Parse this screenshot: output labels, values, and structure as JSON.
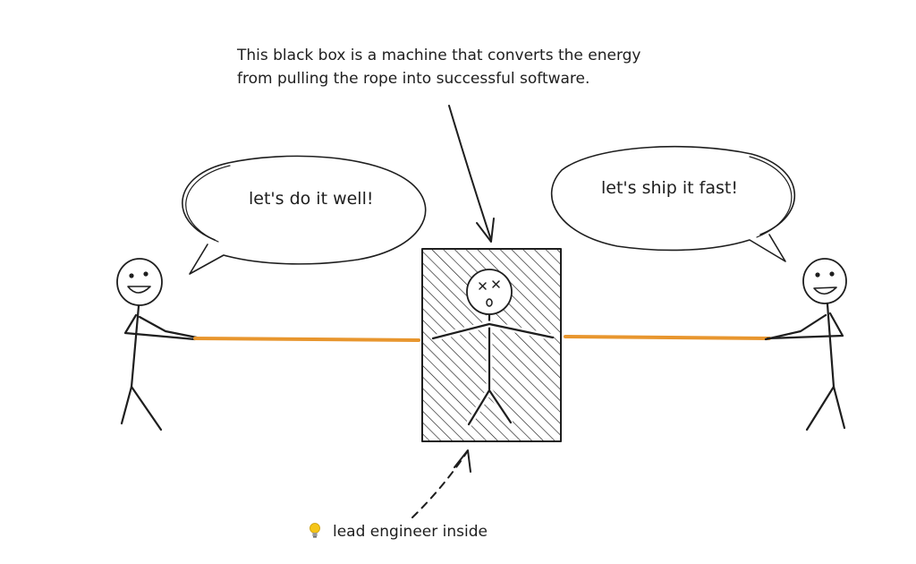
{
  "caption": {
    "line1": "This black box is a machine that converts the energy",
    "line2": "from pulling the rope into successful software."
  },
  "left_person": {
    "speech": "let's do it well!"
  },
  "right_person": {
    "speech": "let's ship it fast!"
  },
  "box_label": {
    "icon": "lightbulb-icon",
    "text": "lead engineer inside"
  },
  "colors": {
    "ink": "#1e1e1e",
    "rope": "#e8962e",
    "bulb": "#f5c518"
  }
}
